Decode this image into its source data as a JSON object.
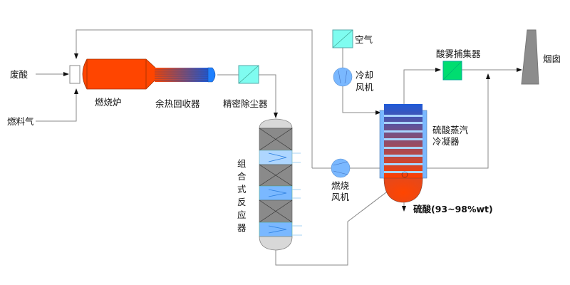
{
  "title": "废酸再生制硫酸工艺流程",
  "labels": {
    "waste_acid": "废酸",
    "fuel_gas": "燃料气",
    "furnace": "燃烧炉",
    "heat_recovery": "余热回收器",
    "fine_dust": "精密除尘器",
    "reactor_chars": [
      "组",
      "合",
      "式",
      "反",
      "应",
      "器"
    ],
    "air": "空气",
    "cooling_fan_1": "冷却",
    "cooling_fan_2": "风机",
    "combustion_fan_1": "燃烧",
    "combustion_fan_2": "风机",
    "condenser_1": "硫酸蒸汽",
    "condenser_2": "冷凝器",
    "mist": "酸雾捕集器",
    "chimney": "烟囱",
    "product": "硫酸(93~98%wt)"
  },
  "colors": {
    "furnace": "#ff4500",
    "heat_cold": "#1e90ff",
    "filter_cyan": "#7ffcf0",
    "mist_green": "#00dd70",
    "fan_blue": "#7ab8ff",
    "reactor_gray": "#8a8a8a",
    "chimney": "#8c8c8c",
    "pipe": "#8a8a8a"
  }
}
